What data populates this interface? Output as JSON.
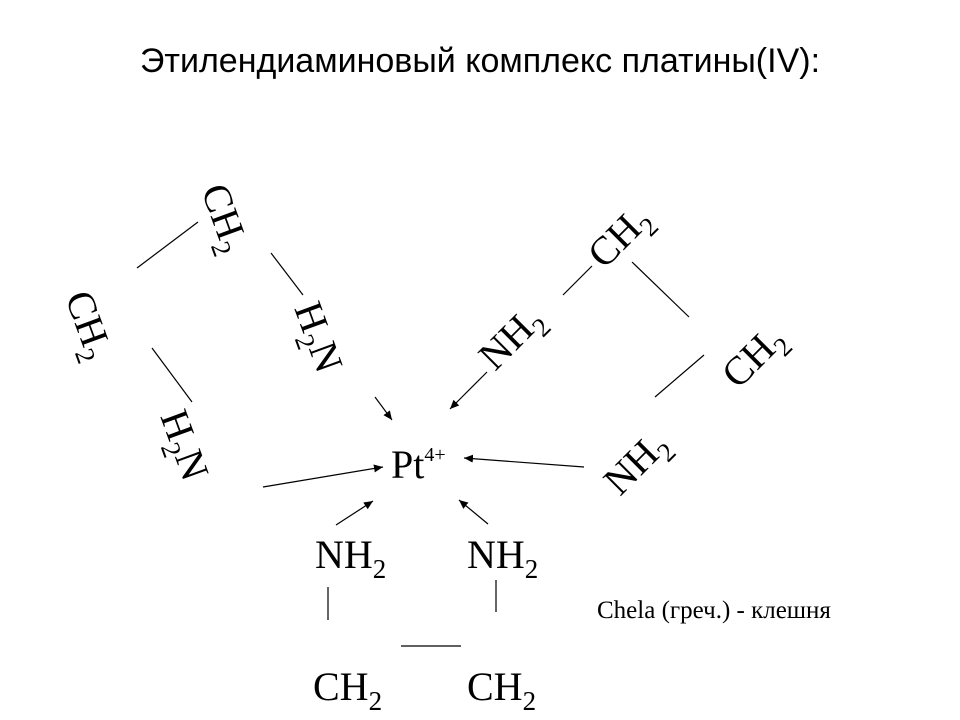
{
  "title": "Этилендиаминовый комплекс платины(IV):",
  "center": {
    "base": "Pt",
    "charge": "4+"
  },
  "groups": {
    "ch2": {
      "base": "CH",
      "sub": "2"
    },
    "nh2": {
      "base": "NH",
      "sub": "2"
    },
    "h2n": {
      "pre": "H",
      "sub": "2",
      "base": "N"
    }
  },
  "note": "Chela (греч.) - клешня"
}
